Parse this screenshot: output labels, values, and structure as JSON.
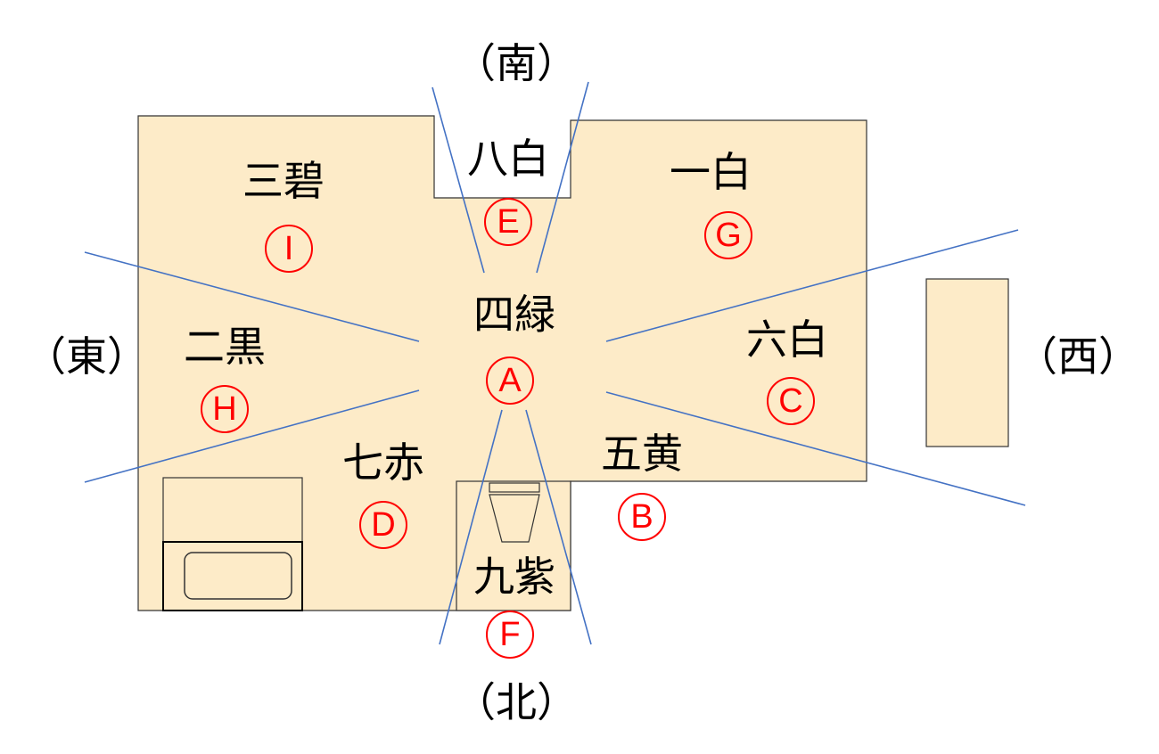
{
  "directions": {
    "south": "（南）",
    "north": "（北）",
    "east": "（東）",
    "west": "（西）"
  },
  "sectors": [
    {
      "id": "a",
      "star": "四緑",
      "marker": "A"
    },
    {
      "id": "b",
      "star": "五黄",
      "marker": "B"
    },
    {
      "id": "c",
      "star": "六白",
      "marker": "C"
    },
    {
      "id": "d",
      "star": "七赤",
      "marker": "D"
    },
    {
      "id": "e",
      "star": "八白",
      "marker": "E"
    },
    {
      "id": "f",
      "star": "九紫",
      "marker": "F"
    },
    {
      "id": "g",
      "star": "一白",
      "marker": "G"
    },
    {
      "id": "h",
      "star": "二黒",
      "marker": "H"
    },
    {
      "id": "i",
      "star": "三碧",
      "marker": "I"
    }
  ],
  "colors": {
    "floor_fill": "#fdebc8",
    "wall_stroke": "#333333",
    "sector_line": "#4472c4",
    "marker": "#ff0000"
  }
}
